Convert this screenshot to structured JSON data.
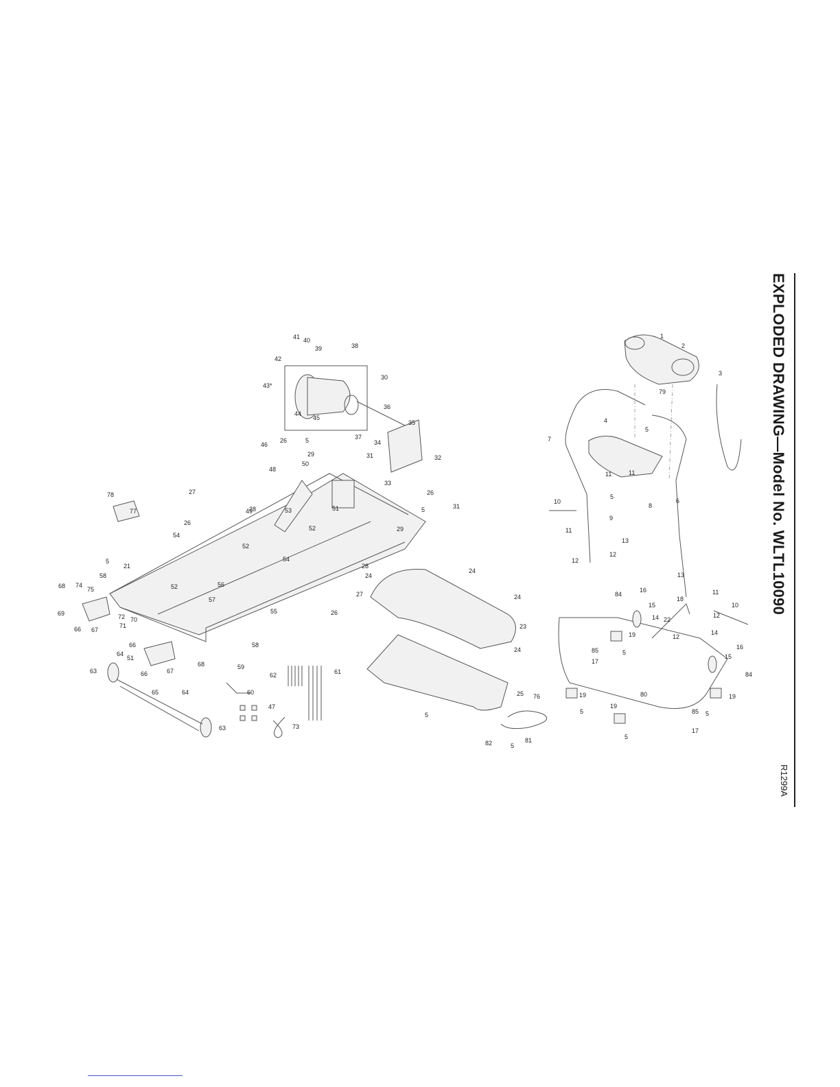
{
  "title": "EXPLODED DRAWING—Model No. WLTL10090",
  "drawing_code": "R1299A",
  "callouts": [
    {
      "n": "1"
    },
    {
      "n": "2"
    },
    {
      "n": "3"
    },
    {
      "n": "79"
    },
    {
      "n": "4"
    },
    {
      "n": "5"
    },
    {
      "n": "7"
    },
    {
      "n": "6"
    },
    {
      "n": "11"
    },
    {
      "n": "11"
    },
    {
      "n": "5"
    },
    {
      "n": "8"
    },
    {
      "n": "9"
    },
    {
      "n": "10"
    },
    {
      "n": "11"
    },
    {
      "n": "13"
    },
    {
      "n": "12"
    },
    {
      "n": "12"
    },
    {
      "n": "13"
    },
    {
      "n": "84"
    },
    {
      "n": "16"
    },
    {
      "n": "15"
    },
    {
      "n": "18"
    },
    {
      "n": "11"
    },
    {
      "n": "10"
    },
    {
      "n": "12"
    },
    {
      "n": "22"
    },
    {
      "n": "14"
    },
    {
      "n": "12"
    },
    {
      "n": "19"
    },
    {
      "n": "85"
    },
    {
      "n": "17"
    },
    {
      "n": "5"
    },
    {
      "n": "14"
    },
    {
      "n": "16"
    },
    {
      "n": "15"
    },
    {
      "n": "84"
    },
    {
      "n": "80"
    },
    {
      "n": "19"
    },
    {
      "n": "5"
    },
    {
      "n": "19"
    },
    {
      "n": "5"
    },
    {
      "n": "85"
    },
    {
      "n": "17"
    },
    {
      "n": "19"
    },
    {
      "n": "5"
    },
    {
      "n": "41"
    },
    {
      "n": "40"
    },
    {
      "n": "39"
    },
    {
      "n": "38"
    },
    {
      "n": "42"
    },
    {
      "n": "43*"
    },
    {
      "n": "30"
    },
    {
      "n": "36"
    },
    {
      "n": "44"
    },
    {
      "n": "45"
    },
    {
      "n": "37"
    },
    {
      "n": "35"
    },
    {
      "n": "46"
    },
    {
      "n": "26"
    },
    {
      "n": "5"
    },
    {
      "n": "29"
    },
    {
      "n": "48"
    },
    {
      "n": "50"
    },
    {
      "n": "34"
    },
    {
      "n": "31"
    },
    {
      "n": "32"
    },
    {
      "n": "33"
    },
    {
      "n": "26"
    },
    {
      "n": "28"
    },
    {
      "n": "49"
    },
    {
      "n": "53"
    },
    {
      "n": "51"
    },
    {
      "n": "31"
    },
    {
      "n": "5"
    },
    {
      "n": "29"
    },
    {
      "n": "52"
    },
    {
      "n": "78"
    },
    {
      "n": "27"
    },
    {
      "n": "77"
    },
    {
      "n": "26"
    },
    {
      "n": "54"
    },
    {
      "n": "52"
    },
    {
      "n": "5"
    },
    {
      "n": "58"
    },
    {
      "n": "21"
    },
    {
      "n": "54"
    },
    {
      "n": "28"
    },
    {
      "n": "24"
    },
    {
      "n": "27"
    },
    {
      "n": "74"
    },
    {
      "n": "75"
    },
    {
      "n": "68"
    },
    {
      "n": "52"
    },
    {
      "n": "56"
    },
    {
      "n": "57"
    },
    {
      "n": "55"
    },
    {
      "n": "26"
    },
    {
      "n": "69"
    },
    {
      "n": "66"
    },
    {
      "n": "67"
    },
    {
      "n": "72"
    },
    {
      "n": "70"
    },
    {
      "n": "71"
    },
    {
      "n": "66"
    },
    {
      "n": "58"
    },
    {
      "n": "64"
    },
    {
      "n": "51"
    },
    {
      "n": "63"
    },
    {
      "n": "66"
    },
    {
      "n": "67"
    },
    {
      "n": "68"
    },
    {
      "n": "59"
    },
    {
      "n": "62"
    },
    {
      "n": "61"
    },
    {
      "n": "60"
    },
    {
      "n": "64"
    },
    {
      "n": "65"
    },
    {
      "n": "47"
    },
    {
      "n": "63"
    },
    {
      "n": "73"
    },
    {
      "n": "24"
    },
    {
      "n": "24"
    },
    {
      "n": "23"
    },
    {
      "n": "24"
    },
    {
      "n": "25"
    },
    {
      "n": "76"
    },
    {
      "n": "5"
    },
    {
      "n": "82"
    },
    {
      "n": "81"
    },
    {
      "n": "5"
    }
  ]
}
